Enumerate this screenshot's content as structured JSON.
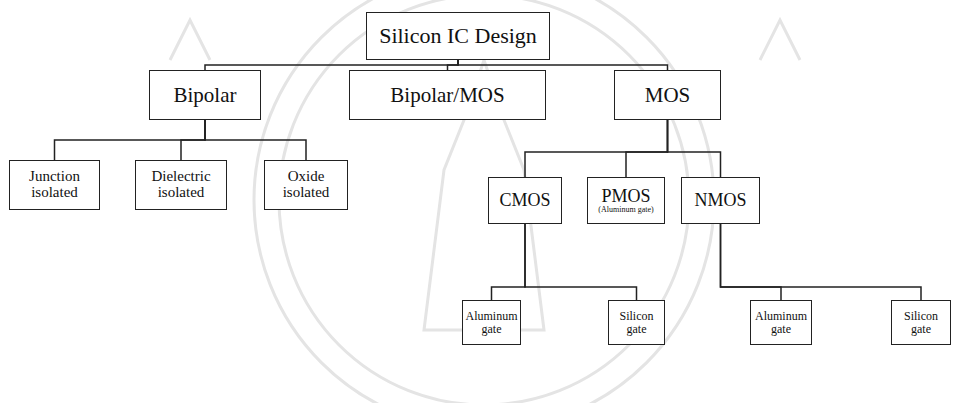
{
  "diagram": {
    "nodes": [
      {
        "text": [
          "Silicon IC Design"
        ]
      },
      {
        "text": [
          "Bipolar"
        ]
      },
      {
        "text": [
          "Bipolar/MOS"
        ]
      },
      {
        "text": [
          "MOS"
        ]
      },
      {
        "text": [
          "Junction isolated"
        ]
      },
      {
        "text": [
          "Dielectric isolated"
        ]
      },
      {
        "text": [
          "Oxide isolated"
        ]
      },
      {
        "text": [
          "CMOS"
        ]
      },
      {
        "text": [
          "PMOS",
          "(Aluminum gate)"
        ]
      },
      {
        "text": [
          "NMOS"
        ]
      },
      {
        "text": [
          "Aluminum gate"
        ]
      },
      {
        "text": [
          "Silicon gate"
        ]
      },
      {
        "text": [
          "Aluminum gate"
        ]
      },
      {
        "text": [
          "Silicon gate"
        ]
      }
    ],
    "edges": [
      {
        "from": 0,
        "to": 1,
        "arrow": "none"
      },
      {
        "from": 0,
        "to": 2,
        "arrow": "none"
      },
      {
        "from": 0,
        "to": 3,
        "arrow": "none"
      },
      {
        "from": 1,
        "to": 4,
        "arrow": "none"
      },
      {
        "from": 1,
        "to": 5,
        "arrow": "none"
      },
      {
        "from": 1,
        "to": 6,
        "arrow": "none"
      },
      {
        "from": 3,
        "to": 7,
        "arrow": "none"
      },
      {
        "from": 3,
        "to": 8,
        "arrow": "none"
      },
      {
        "from": 3,
        "to": 9,
        "arrow": "none"
      },
      {
        "from": 7,
        "to": 10,
        "arrow": "none"
      },
      {
        "from": 7,
        "to": 11,
        "arrow": "none"
      },
      {
        "from": 9,
        "to": 12,
        "arrow": "none"
      },
      {
        "from": 9,
        "to": 13,
        "arrow": "none"
      }
    ]
  }
}
